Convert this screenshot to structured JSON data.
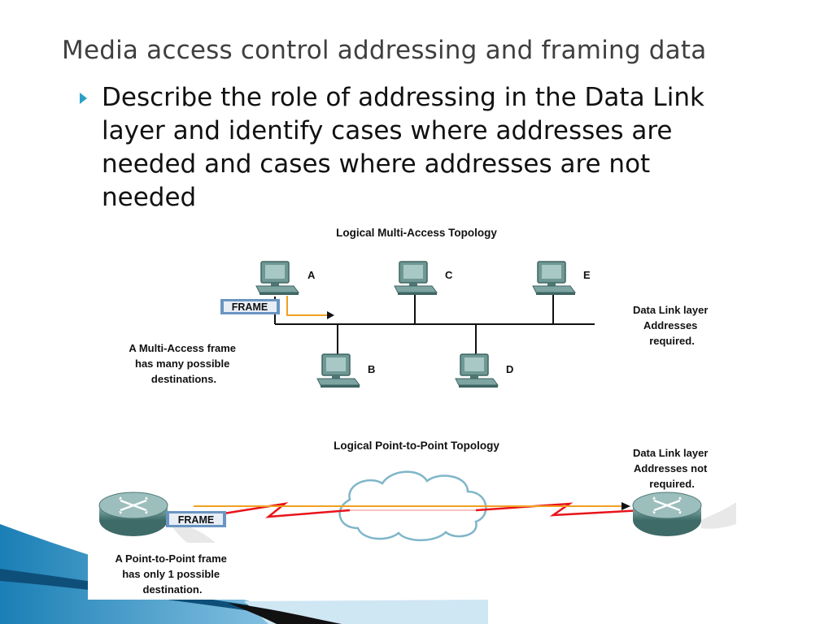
{
  "slide": {
    "title": "Media access control addressing and framing data",
    "bullet": "Describe the role of addressing in the Data Link layer and identify cases where addresses are needed and cases where addresses are not needed"
  },
  "multi_access": {
    "heading": "Logical Multi-Access Topology",
    "frame_label": "FRAME",
    "nodes": [
      "A",
      "C",
      "E",
      "B",
      "D"
    ],
    "note_left": [
      "A Multi-Access frame",
      "has many possible",
      "destinations."
    ],
    "note_right": [
      "Data Link layer",
      "Addresses",
      "required."
    ]
  },
  "point_to_point": {
    "heading": "Logical Point-to-Point Topology",
    "frame_label": "FRAME",
    "note_left": [
      "A Point-to-Point frame",
      "has only 1 possible",
      "destination."
    ],
    "note_right": [
      "Data Link layer",
      "Addresses not",
      "required."
    ]
  },
  "colors": {
    "accent": "#2aa1c3",
    "frame_box": "#6a95c2",
    "arrow_orange": "#f0a020",
    "wan_red": "#e8141a",
    "device_teal": "#5f8f8c"
  }
}
